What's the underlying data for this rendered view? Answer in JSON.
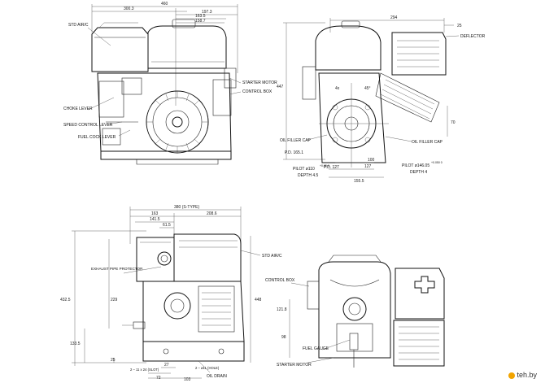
{
  "views": {
    "top_left": {
      "dimensions": [
        "460",
        "300.3",
        "197.3",
        "163.5",
        "158.7"
      ],
      "callouts_left": [
        "STD AIR/C",
        "CHOKE LEVER",
        "SPEED CONTROL LEVER",
        "FUEL COCK LEVER"
      ],
      "callouts_right": [
        "STARTER MOTOR",
        "CONTROL BOX"
      ]
    },
    "top_right": {
      "dimensions": [
        "294",
        "25",
        "447",
        "70",
        "4x",
        "45°",
        "100",
        "127",
        "155.5"
      ],
      "callouts": [
        "DEFLECTOR",
        "OIL FILLER CAP",
        "OIL FILLER CAP"
      ],
      "pcd_left": "P.D. 165.1",
      "pcd_right": "P.D. 127",
      "pilot_left": "PILOT ø110",
      "pilot_left_tol": "+0.05 0",
      "depth_left": "DEPTH 4.5",
      "pilot_right": "PILOT ø146.05",
      "pilot_right_tol": "+0.050 0",
      "depth_right": "DEPTH 4"
    },
    "bottom_left": {
      "dimensions": [
        "380 (S-TYPE)",
        "163",
        "141.5",
        "61.5",
        "208.6",
        "432.5",
        "229",
        "133.5",
        "25",
        "27",
        "72",
        "103",
        "448"
      ],
      "hole_note_left": "2 – 11 x 24 (SLOT)",
      "hole_note_right": "2 – ø11 (HOLE)",
      "callouts": [
        "EXHAUST PIPE PROTECTOR",
        "STD AIR/C",
        "OIL DRAIN"
      ]
    },
    "bottom_right": {
      "dimensions": [
        "121.8",
        "98"
      ],
      "callouts": [
        "CONTROL BOX",
        "FUEL GAUGE",
        "STARTER MOTOR"
      ]
    }
  },
  "watermark": "teh.by"
}
